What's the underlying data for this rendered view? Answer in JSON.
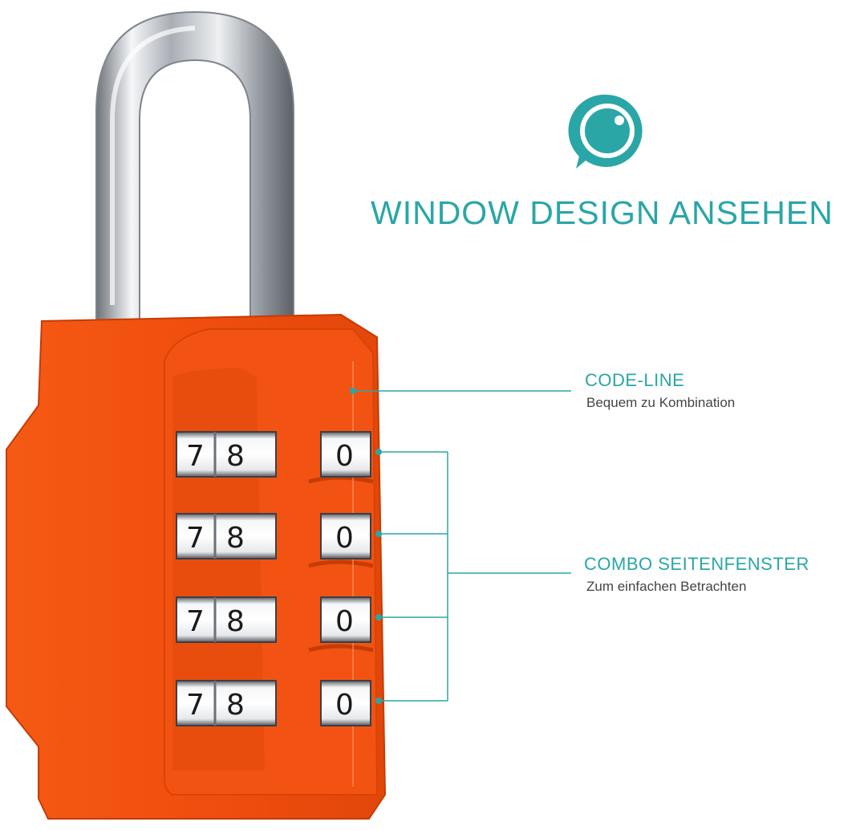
{
  "heading": "WINDOW DESIGN ANSEHEN",
  "annotations": {
    "code_line": {
      "title": "CODE-LINE",
      "subtitle": "Bequem zu Kombination"
    },
    "combo_window": {
      "title": "COMBO SEITENFENSTER",
      "subtitle": "Zum einfachen Betrachten"
    }
  },
  "lock": {
    "wheels": [
      {
        "front": [
          "7",
          "8"
        ],
        "side": "0"
      },
      {
        "front": [
          "7",
          "8"
        ],
        "side": "0"
      },
      {
        "front": [
          "7",
          "8"
        ],
        "side": "0"
      },
      {
        "front": [
          "7",
          "8"
        ],
        "side": "0"
      }
    ]
  },
  "colors": {
    "accent": "#2aa6a6",
    "lock_body": "#f04e0e",
    "lock_body_dark": "#d23f06",
    "shackle": "#c8ccd2"
  },
  "icons": {
    "badge": "camera-lens-chat-icon"
  }
}
